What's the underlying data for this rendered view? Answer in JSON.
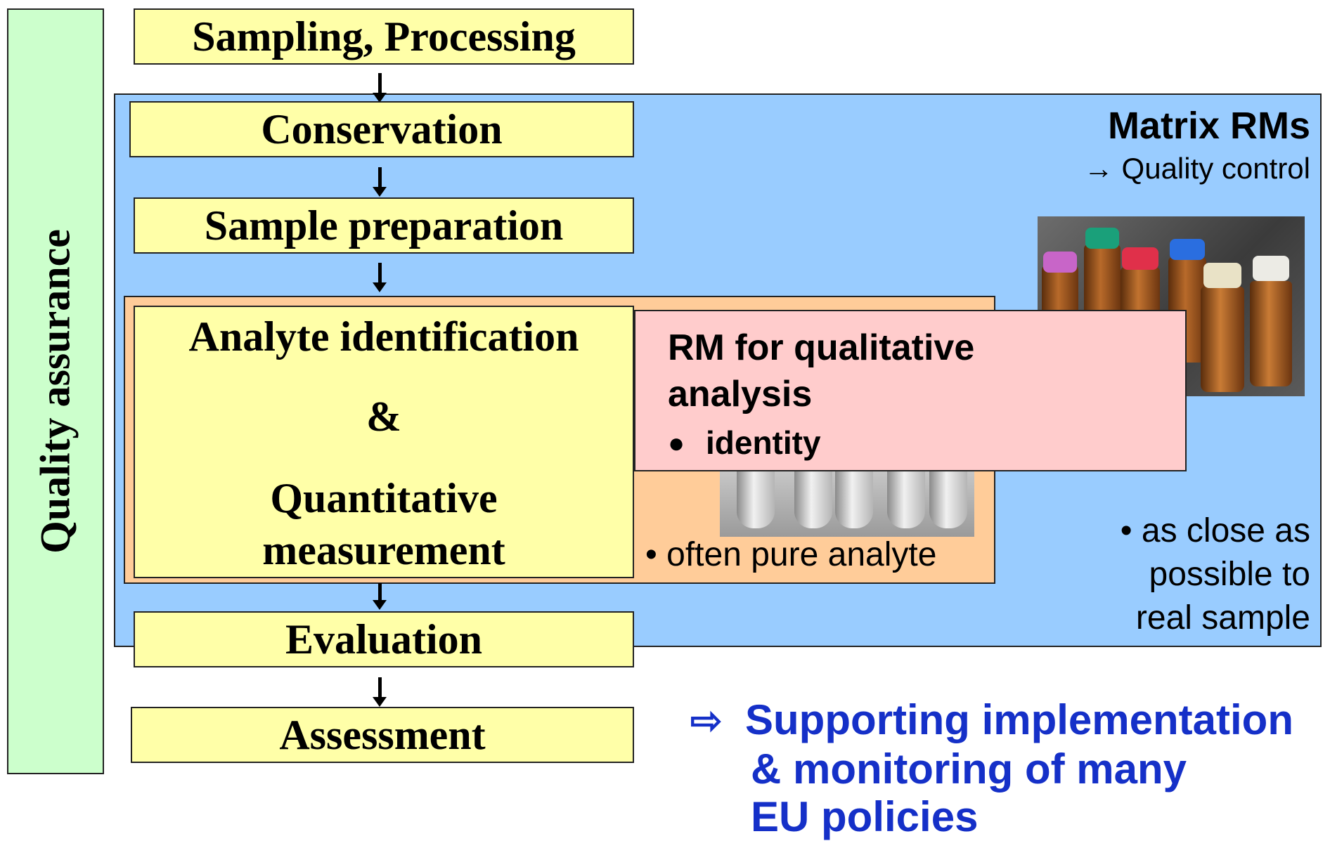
{
  "colors": {
    "step_fill": "#ffffa8",
    "qa_fill": "#ccffcc",
    "matrix_panel_fill": "#99ccff",
    "pure_panel_fill": "#ffcc99",
    "qualitative_box_fill": "#ffcccc",
    "support_text": "#1530c8"
  },
  "quality_assurance": {
    "label": "Quality assurance"
  },
  "steps": {
    "sampling": "Sampling, Processing",
    "conservation": "Conservation",
    "sample_preparation": "Sample preparation",
    "analyte": {
      "line1": "Analyte identification",
      "line2": "&",
      "line3": "Quantitative",
      "line4": "measurement"
    },
    "evaluation": "Evaluation",
    "assessment": "Assessment"
  },
  "matrix_rms": {
    "title": "Matrix RMs",
    "subtitle": "→ Quality control",
    "bullet_line1": "• as close as",
    "bullet_line2": "possible to",
    "bullet_line3": "real sample",
    "image_icon": "vials-photo-icon"
  },
  "qualitative_rm": {
    "title_line1": "RM for qualitative",
    "title_line2": "analysis",
    "bullet_marker": "●",
    "bullet": "identity"
  },
  "pure_analyte": {
    "bullet": "• often pure analyte",
    "image_icon": "tubes-photo-icon"
  },
  "support": {
    "arrow": "⇨",
    "line1": "Supporting implementation",
    "line2": "& monitoring of many",
    "line3": "EU policies"
  }
}
